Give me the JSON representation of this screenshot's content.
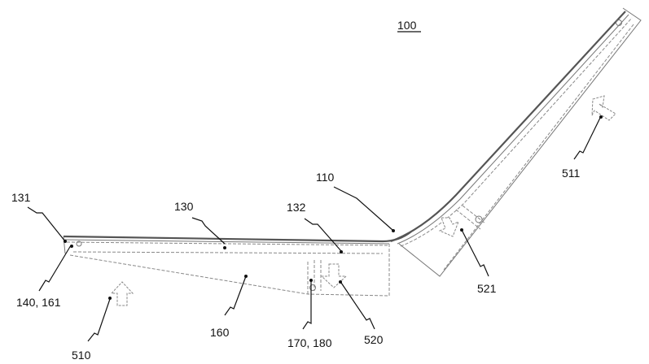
{
  "figure": {
    "title_ref": "100",
    "labels": {
      "l131": "131",
      "l130": "130",
      "l132": "132",
      "l110": "110",
      "l511": "511",
      "l521": "521",
      "l140_161": "140, 161",
      "l510": "510",
      "l160": "160",
      "l170_180": "170, 180",
      "l520": "520"
    }
  }
}
